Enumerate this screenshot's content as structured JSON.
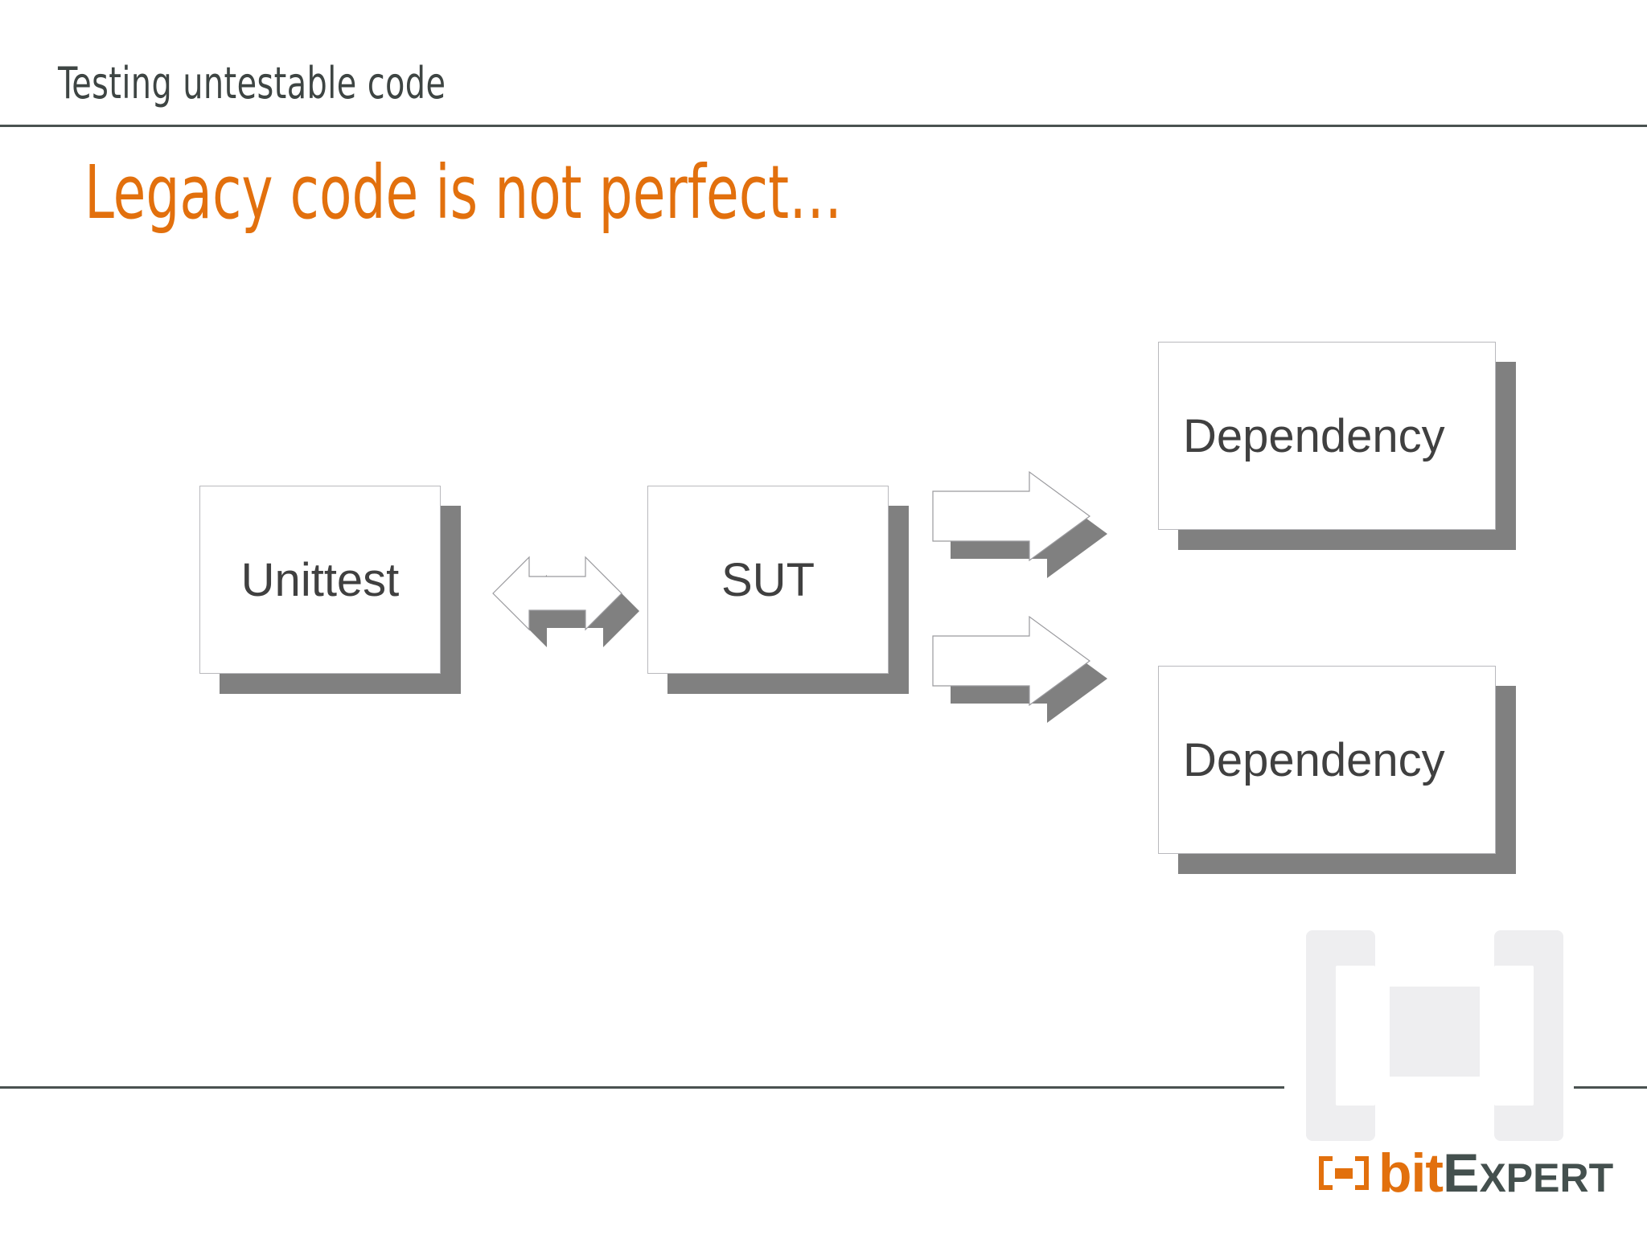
{
  "slide": {
    "header": "Testing untestable code",
    "title": "Legacy code is not perfect…",
    "colors": {
      "accent_orange": "#E2700D",
      "rule": "#4a5250",
      "header_text": "#3e4543",
      "node_text": "#404040",
      "shadow": "#808080",
      "node_border": "#b9b9bd",
      "watermark": "#eeeef0",
      "background": "#ffffff"
    }
  },
  "diagram": {
    "type": "block-diagram",
    "nodes": [
      {
        "id": "unittest",
        "label": "Unittest",
        "align": "center"
      },
      {
        "id": "sut",
        "label": "SUT",
        "align": "center"
      },
      {
        "id": "dependency1",
        "label": "Dependency",
        "align": "left"
      },
      {
        "id": "dependency2",
        "label": "Dependency",
        "align": "left"
      }
    ],
    "connectors": [
      {
        "id": "unittest-sut",
        "kind": "double-arrow",
        "from": "unittest",
        "to": "sut"
      },
      {
        "id": "sut-dependency1",
        "kind": "right-arrow",
        "from": "sut",
        "to": "dependency1"
      },
      {
        "id": "sut-dependency2",
        "kind": "right-arrow",
        "from": "sut",
        "to": "dependency2"
      }
    ]
  },
  "footer": {
    "brand_bit": "bit",
    "brand_expert_cap": "E",
    "brand_expert_rest": "XPERT"
  }
}
